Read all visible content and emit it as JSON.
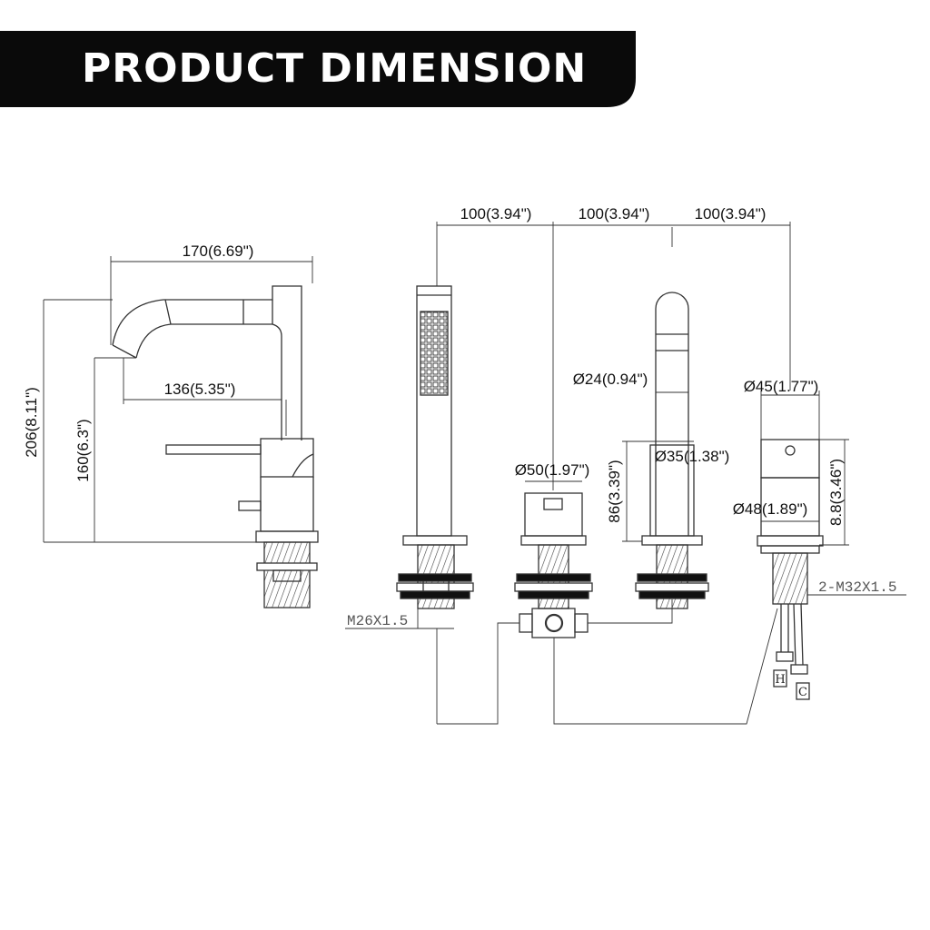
{
  "header": {
    "title": "PRODUCT DIMENSION",
    "color": "#0a0a0a"
  },
  "left_view": {
    "total_width": "170(6.69\")",
    "spout_reach": "136(5.35\")",
    "total_height": "206(8.11\")",
    "spout_height": "160(6.3\")"
  },
  "spacing": {
    "gap_1": "100(3.94\")",
    "gap_2": "100(3.94\")",
    "gap_3": "100(3.94\")"
  },
  "handshower": {
    "thread": "M26X1.5"
  },
  "diverter": {
    "diameter": "Ø50(1.97\")"
  },
  "spout": {
    "tip_diameter": "Ø24(0.94\")",
    "base_diameter": "Ø35(1.38\")",
    "height": "86(3.39\")"
  },
  "valve": {
    "top_diameter": "Ø45(1.77\")",
    "base_diameter": "Ø48(1.89\")",
    "height": "8.8(3.46\")",
    "thread": "2-M32X1.5",
    "hot_label": "H",
    "cold_label": "C"
  },
  "colors": {
    "line": "#333333",
    "fill_dark": "#111111",
    "thread": "#444444"
  }
}
